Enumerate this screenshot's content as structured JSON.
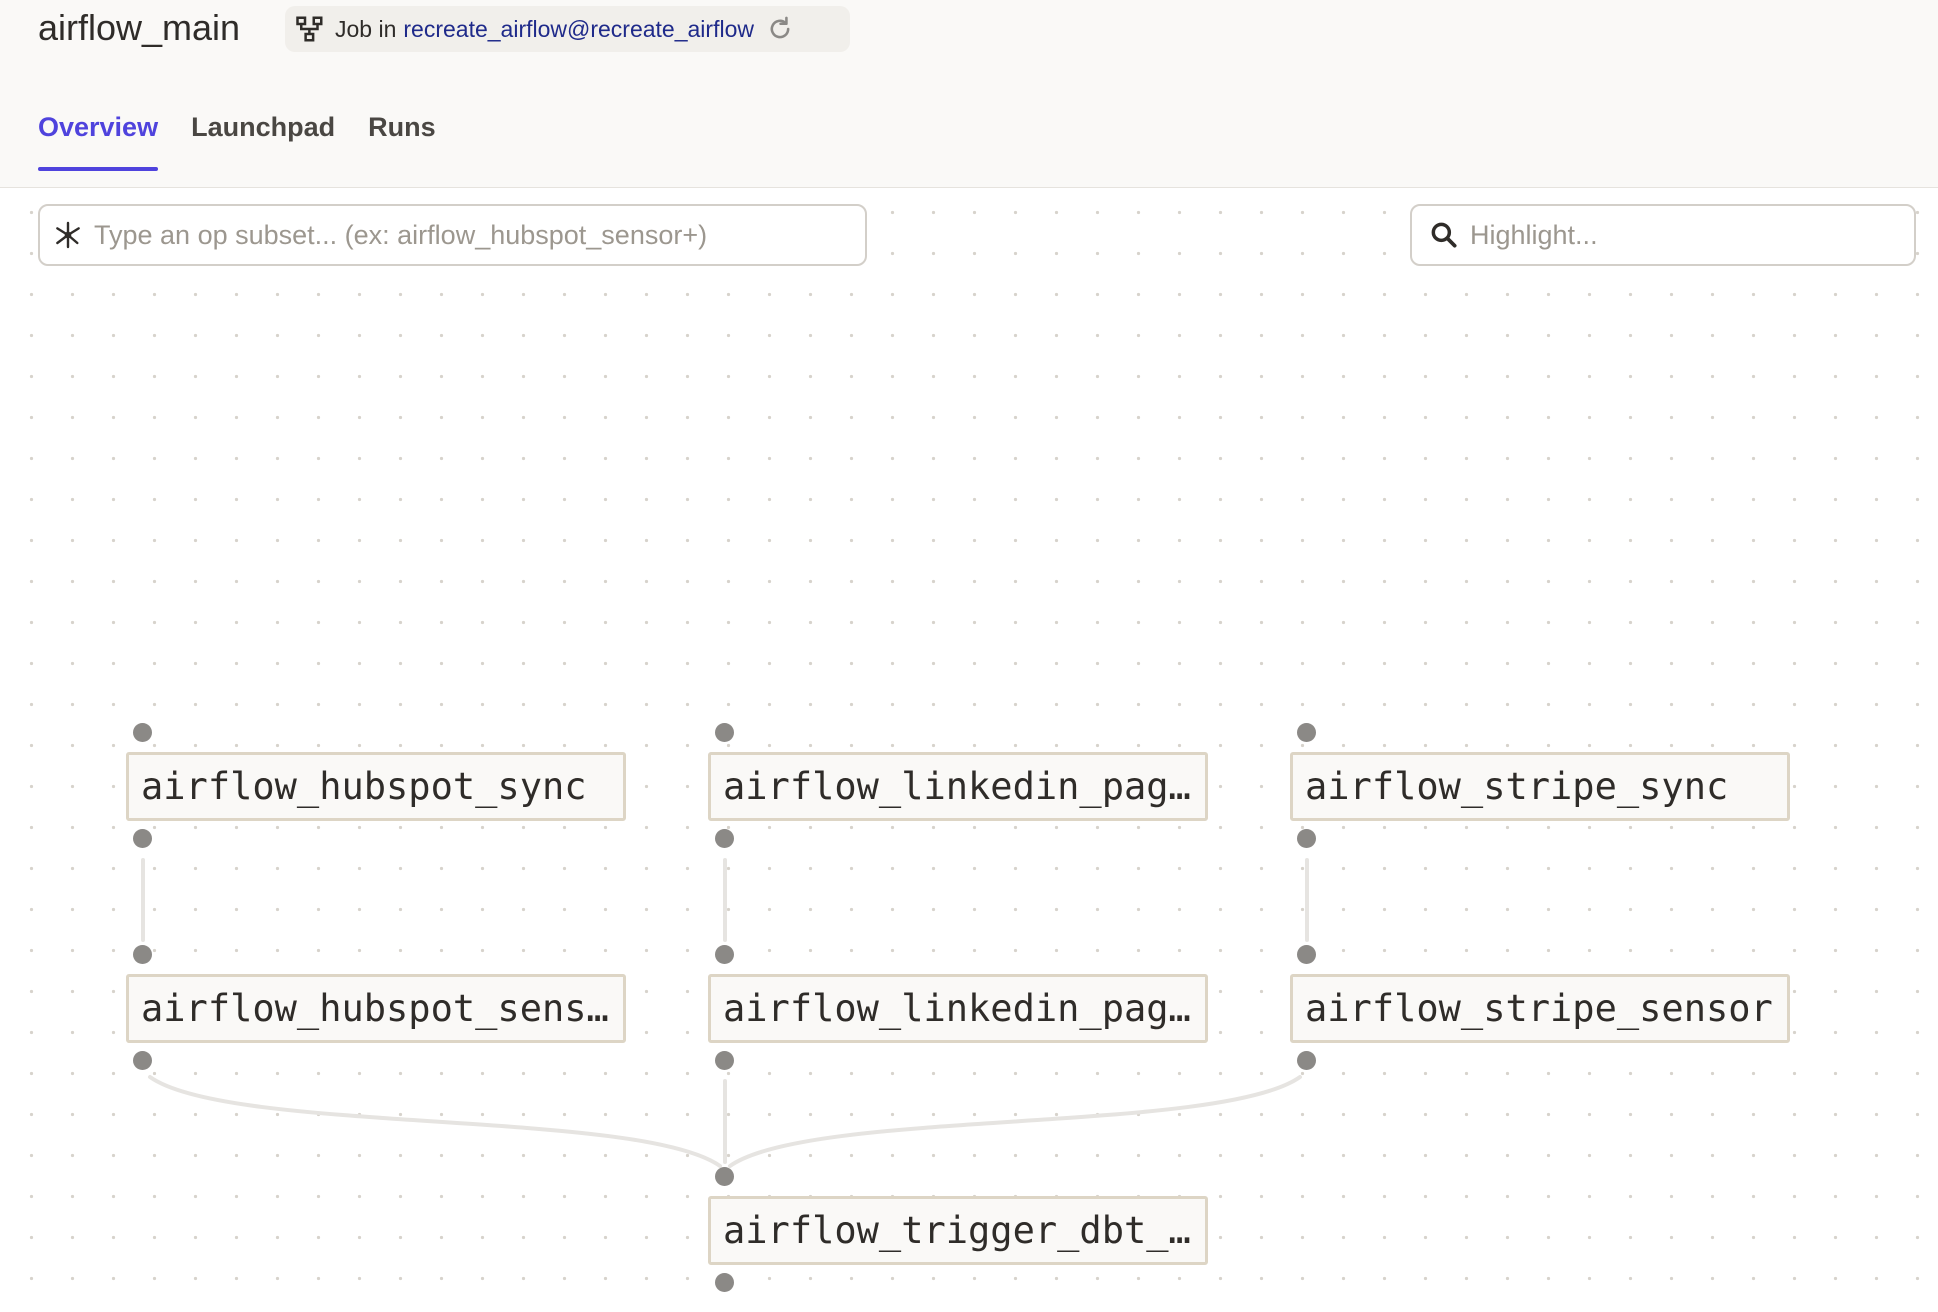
{
  "header": {
    "title": "airflow_main",
    "job_prefix": "Job in",
    "job_location": "recreate_airflow@recreate_airflow",
    "icons": {
      "job": "job-graph-icon",
      "refresh": "refresh-icon"
    }
  },
  "tabs": [
    {
      "label": "Overview",
      "active": true
    },
    {
      "label": "Launchpad",
      "active": false
    },
    {
      "label": "Runs",
      "active": false
    }
  ],
  "op_selector": {
    "placeholder": "Type an op subset... (ex: airflow_hubspot_sensor+)",
    "icon": "op-selector-icon"
  },
  "highlight": {
    "placeholder": "Highlight...",
    "icon": "search-icon"
  },
  "graph": {
    "nodes": [
      {
        "id": "hubspot_sync",
        "label": "airflow_hubspot_sync"
      },
      {
        "id": "linkedin_sync",
        "label": "airflow_linkedin_pag…"
      },
      {
        "id": "stripe_sync",
        "label": "airflow_stripe_sync"
      },
      {
        "id": "hubspot_sensor",
        "label": "airflow_hubspot_sens…"
      },
      {
        "id": "linkedin_sensor",
        "label": "airflow_linkedin_pag…"
      },
      {
        "id": "stripe_sensor",
        "label": "airflow_stripe_sensor"
      },
      {
        "id": "trigger_dbt",
        "label": "airflow_trigger_dbt_…"
      }
    ],
    "edges": [
      [
        "hubspot_sync",
        "hubspot_sensor"
      ],
      [
        "linkedin_sync",
        "linkedin_sensor"
      ],
      [
        "stripe_sync",
        "stripe_sensor"
      ],
      [
        "hubspot_sensor",
        "trigger_dbt"
      ],
      [
        "linkedin_sensor",
        "trigger_dbt"
      ],
      [
        "stripe_sensor",
        "trigger_dbt"
      ]
    ],
    "colors": {
      "node_border": "#ddd5c5",
      "node_fill": "#faf9f7",
      "port": "#8b8986",
      "edge": "#e6e4e1",
      "accent": "#4f43dd"
    }
  }
}
